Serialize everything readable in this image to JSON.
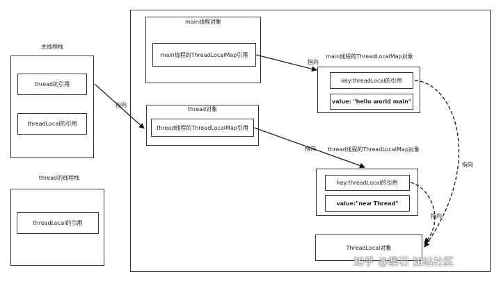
{
  "main_stack": {
    "title": "主线程栈",
    "thread_ref": "thread的引用",
    "threadlocal_ref": "threadLocal的引用"
  },
  "thread_stack": {
    "title": "thread的线程栈",
    "threadlocal_ref": "threadLocal的引用"
  },
  "heap": {
    "main_object": {
      "title": "main线程对象",
      "map_ref": "main线程的ThreadLocalMap引用"
    },
    "thread_object": {
      "title": "thread对象",
      "map_ref": "thread线程的ThreadLocalMap引用"
    },
    "main_map": {
      "title": "main线程的ThreadLocalMap对象",
      "key": "key:threadLocal的引用",
      "value": "value:  \"hello world main\""
    },
    "thread_map": {
      "title": "thread线程的ThreadLocalMap对象",
      "key": "key:threadLocal的引用",
      "value": "value:\"new Thread\""
    },
    "threadlocal_object": {
      "title": "ThreadLocal对象"
    }
  },
  "arrow_labels": {
    "thread_to_object": "指向",
    "main_to_map": "指向",
    "thread_to_map": "指向",
    "main_key_to_tl": "指向",
    "thread_key_to_tl": "指向"
  },
  "watermark": "知乎 @鼎石 加站社区"
}
